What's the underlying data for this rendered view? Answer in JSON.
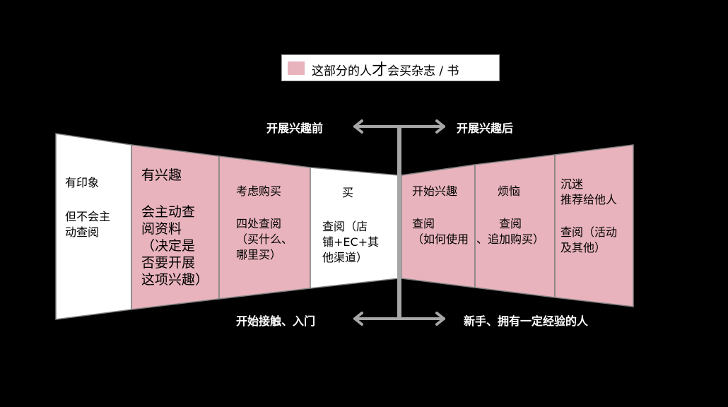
{
  "legend": {
    "text_before": "这部分的人",
    "text_emphasis": "才",
    "text_after": "会买杂志 / 书",
    "swatch_color": "#e8b3bc"
  },
  "axis": {
    "top_left": "开展兴趣前",
    "top_right": "开展兴趣后",
    "bottom_left": "开始接触、入门",
    "bottom_right": "新手、拥有一定经验的人"
  },
  "segments": [
    {
      "title": "有印象",
      "body": "但不会主\n动查阅",
      "fill": "#ffffff"
    },
    {
      "title": "有兴趣",
      "body": "会主动查\n阅资料\n（决定是\n否要开展\n这项兴趣）",
      "fill": "#e8b3bc"
    },
    {
      "title": "考虑购买",
      "body": "四处查阅\n（买什么、\n哪里买）",
      "fill": "#e8b3bc"
    },
    {
      "title": "买",
      "body": "查阅（店\n铺+EC+其\n他渠道）",
      "fill": "#ffffff"
    },
    {
      "title": "开始兴趣",
      "body": "查阅\n（如何使用",
      "fill": "#e8b3bc"
    },
    {
      "title": "烦恼",
      "body": "查阅\n、追加购买）",
      "fill": "#e8b3bc"
    },
    {
      "title": "沉迷\n推荐给他人",
      "body": "查阅（活动\n及其他）",
      "fill": "#e8b3bc"
    }
  ],
  "colors": {
    "background": "#000000",
    "axis_gray": "#a6a6a6",
    "border": "#7f7f7f"
  }
}
